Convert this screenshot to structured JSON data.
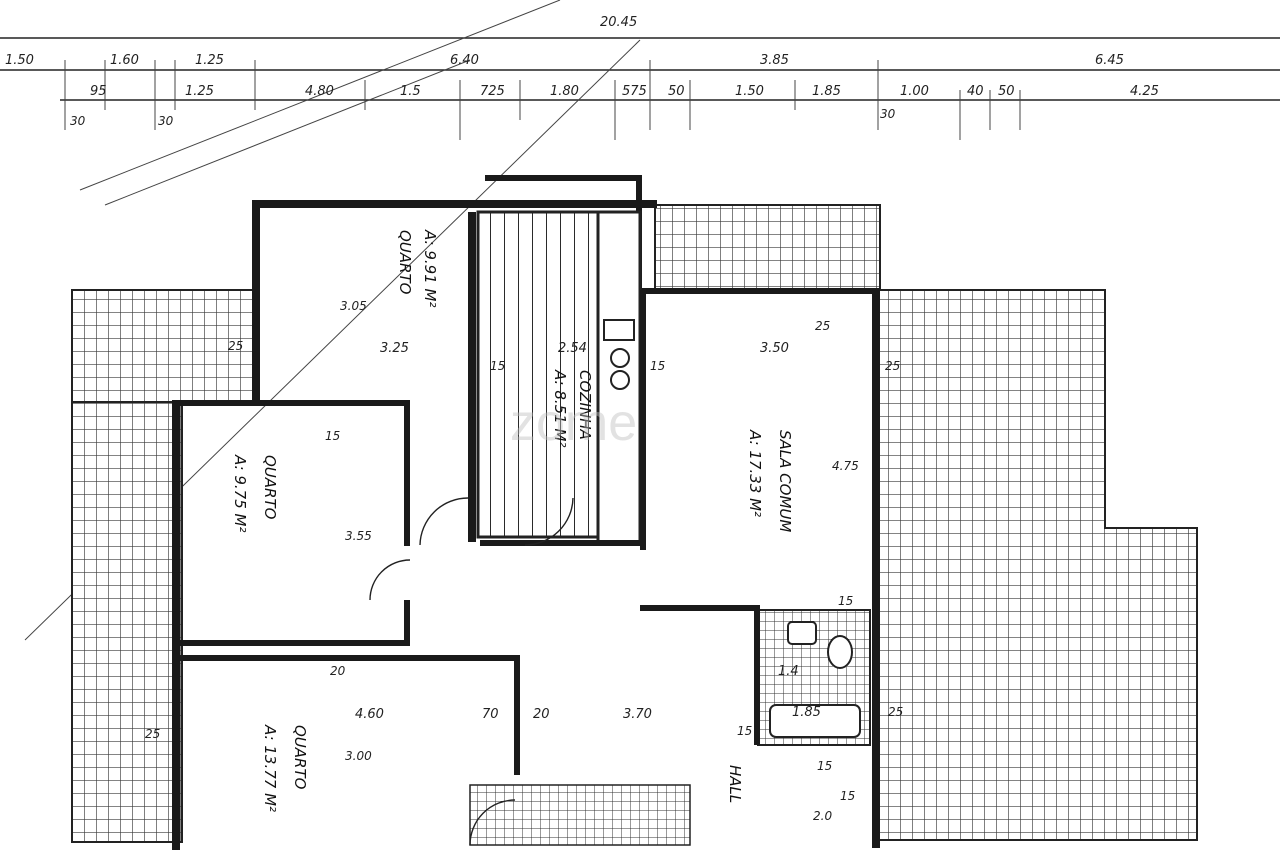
{
  "top_dims_row1": [
    "1.50",
    "1.60",
    "1.25",
    "6.40",
    "3.85",
    "6.45"
  ],
  "top_total": "20.45",
  "top_dims_row2": [
    "95",
    "1.25",
    "4.80",
    "1.5",
    "725",
    "1.80",
    "575",
    "50",
    "1.50",
    "1.85",
    "1.00",
    "40",
    "50",
    "4.25"
  ],
  "small_dims": [
    "30",
    "30",
    "30"
  ],
  "rooms": [
    {
      "name": "QUARTO",
      "area": "A: 9.91 M²"
    },
    {
      "name": "COZINHA",
      "area": "A: 8.51 M²"
    },
    {
      "name": "SALA COMUM",
      "area": "A: 17.33 M²"
    },
    {
      "name": "QUARTO",
      "area": "A: 9.75 M²"
    },
    {
      "name": "QUARTO",
      "area": "A: 13.77 M²"
    }
  ],
  "hall": "HALL",
  "inner_dims": [
    "25",
    "3.25",
    "3.05",
    "2.54",
    "15",
    "3.50",
    "25",
    "15",
    "25",
    "15",
    "4.75",
    "3.55",
    "20",
    "4.60",
    "70",
    "20",
    "3.70",
    "15",
    "3.00",
    "25",
    "15",
    "1.4",
    "1.85",
    "25",
    "15",
    "15",
    "2.0"
  ],
  "watermark": "zome"
}
